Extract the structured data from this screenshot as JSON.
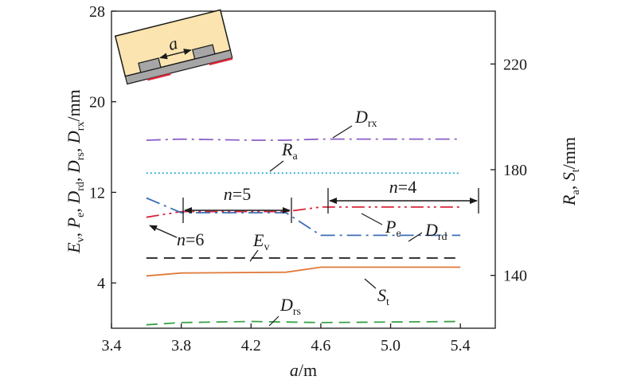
{
  "chart_data": {
    "type": "line",
    "xlabel": "a/m",
    "ylabel_left": "Ev, Pe, Drd, Drs, Drx/mm",
    "ylabel_right": "Ra, St/mm",
    "xlim": [
      3.4,
      5.6
    ],
    "ylim_left": [
      0,
      28
    ],
    "ylim_right": [
      120,
      240
    ],
    "x_ticks": [
      "3.4",
      "3.8",
      "4.2",
      "4.6",
      "5.0",
      "5.4"
    ],
    "y_ticks_left": [
      "4",
      "12",
      "20",
      "28"
    ],
    "y_ticks_right": [
      "140",
      "180",
      "220"
    ],
    "grid": false,
    "series": [
      {
        "name": "Drx",
        "axis": "left",
        "color": "#8a5fc7",
        "style": "dashdot",
        "x": [
          3.6,
          3.8,
          4.2,
          4.4,
          4.6,
          5.0,
          5.4
        ],
        "y": [
          16.6,
          16.7,
          16.6,
          16.6,
          16.7,
          16.7,
          16.7
        ]
      },
      {
        "name": "Ra",
        "axis": "right",
        "color": "#2ab1c8",
        "style": "dotted",
        "x": [
          3.6,
          5.4
        ],
        "y": [
          178.7,
          178.7
        ]
      },
      {
        "name": "Pe",
        "axis": "left",
        "color": "#d9263a",
        "style": "dashdot2",
        "x": [
          3.6,
          3.8,
          4.4,
          4.6,
          5.4
        ],
        "y": [
          9.8,
          10.3,
          10.3,
          10.7,
          10.7
        ]
      },
      {
        "name": "Drd",
        "axis": "left",
        "color": "#3c6fb5",
        "style": "dashdot",
        "x": [
          3.6,
          3.8,
          4.4,
          4.6,
          5.4
        ],
        "y": [
          11.5,
          10.2,
          10.2,
          8.2,
          8.2
        ]
      },
      {
        "name": "Ev",
        "axis": "left",
        "color": "#1a1a1a",
        "style": "dashed",
        "x": [
          3.6,
          5.4
        ],
        "y": [
          6.2,
          6.2
        ]
      },
      {
        "name": "St",
        "axis": "right",
        "color": "#e07a3a",
        "style": "solid",
        "x": [
          3.6,
          3.8,
          4.4,
          4.6,
          5.4
        ],
        "y": [
          139.8,
          140.9,
          141.2,
          143.1,
          143.1
        ]
      },
      {
        "name": "Drs",
        "axis": "left",
        "color": "#3aa346",
        "style": "dashed",
        "x": [
          3.6,
          3.8,
          4.2,
          4.6,
          5.4
        ],
        "y": [
          0.3,
          0.5,
          0.6,
          0.5,
          0.6
        ]
      }
    ],
    "annotations": [
      {
        "text": "n=5",
        "x_from": 3.8,
        "x_to": 4.4,
        "y": 12
      },
      {
        "text": "n=4",
        "x_from": 4.6,
        "x_to": 5.4,
        "y": 12
      },
      {
        "text": "n=6",
        "x": 3.6,
        "y": 9.8
      },
      {
        "text": "Drx",
        "series": "Drx"
      },
      {
        "text": "Ra",
        "series": "Ra"
      },
      {
        "text": "Pe",
        "series": "Pe"
      },
      {
        "text": "Drd",
        "series": "Drd"
      },
      {
        "text": "Ev",
        "series": "Ev"
      },
      {
        "text": "St",
        "series": "St"
      },
      {
        "text": "Drs",
        "series": "Drs"
      }
    ],
    "inset_label": "a"
  }
}
